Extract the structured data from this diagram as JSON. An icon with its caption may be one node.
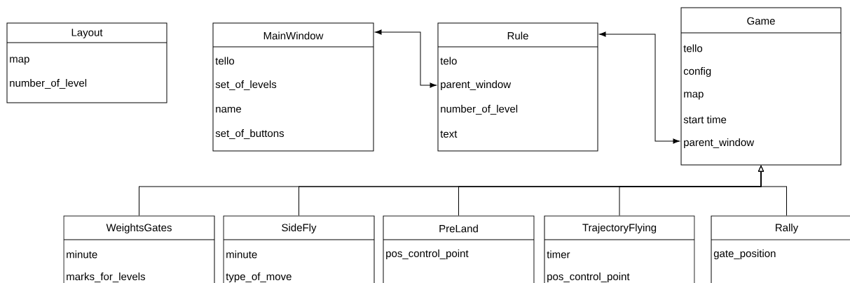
{
  "diagram": {
    "nodes": [
      {
        "text": [
          "Layout",
          "map",
          "number_of_level"
        ]
      },
      {
        "text": [
          "MainWindow",
          "tello",
          "set_of_levels",
          "name",
          "set_of_buttons"
        ]
      },
      {
        "text": [
          "Rule",
          "telo",
          "parent_window",
          "number_of_level",
          "text"
        ]
      },
      {
        "text": [
          "Game",
          "tello",
          "config",
          "map",
          "start time",
          "parent_window"
        ]
      },
      {
        "text": [
          "WeightsGates",
          "minute",
          "marks_for_levels"
        ]
      },
      {
        "text": [
          "SideFly",
          "minute",
          "type_of_move"
        ]
      },
      {
        "text": [
          "PreLand",
          "pos_control_point"
        ]
      },
      {
        "text": [
          "TrajectoryFlying",
          "timer",
          "pos_control_point"
        ]
      },
      {
        "text": [
          "Rally",
          "gate_position"
        ]
      }
    ],
    "edges": [
      {
        "from": 1,
        "to": 2,
        "arrow": "both"
      },
      {
        "from": 2,
        "to": 3,
        "arrow": "both"
      },
      {
        "from": 4,
        "to": 3,
        "arrow": "to"
      },
      {
        "from": 5,
        "to": 3,
        "arrow": "to"
      },
      {
        "from": 6,
        "to": 3,
        "arrow": "to"
      },
      {
        "from": 7,
        "to": 3,
        "arrow": "to"
      },
      {
        "from": 8,
        "to": 3,
        "arrow": "to"
      }
    ]
  }
}
